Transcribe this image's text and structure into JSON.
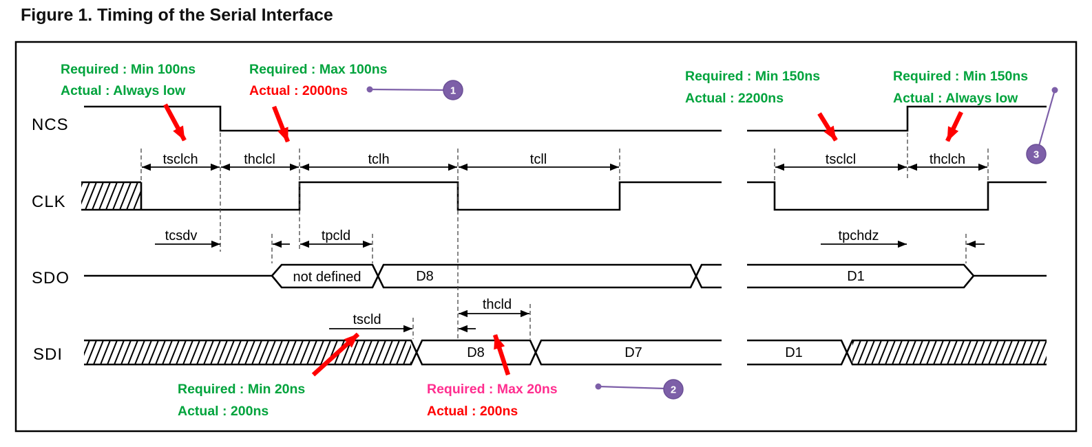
{
  "title": "Figure 1. Timing of the Serial Interface",
  "signals": {
    "ncs": "NCS",
    "clk": "CLK",
    "sdo": "SDO",
    "sdi": "SDI"
  },
  "timings": {
    "tsclch": "tsclch",
    "thclcl": "thclcl",
    "tclh": "tclh",
    "tcll": "tcll",
    "tsclcl": "tsclcl",
    "thclch": "thclch",
    "tcsdv": "tcsdv",
    "tpcld": "tpcld",
    "tpchdz": "tpchdz",
    "tscld": "tscld",
    "thcld": "thcld"
  },
  "bus": {
    "sdo_undef": "not defined",
    "sdo_d8": "D8",
    "sdo_d1": "D1",
    "sdi_d8": "D8",
    "sdi_d7": "D7",
    "sdi_d1": "D1"
  },
  "notes": {
    "tsclch": {
      "required": "Required : Min 100ns",
      "actual": "Actual : Always low"
    },
    "thclcl": {
      "required": "Required : Max 100ns",
      "actual": "Actual : 2000ns"
    },
    "tsclcl": {
      "required": "Required : Min 150ns",
      "actual": "Actual : 2200ns"
    },
    "thclch": {
      "required": "Required : Min 150ns",
      "actual": "Actual : Always low"
    },
    "tscld": {
      "required": "Required : Min 20ns",
      "actual": "Actual : 200ns"
    },
    "thcld": {
      "required": "Required : Max 20ns",
      "actual": "Actual : 200ns"
    }
  },
  "callouts": {
    "one": "1",
    "two": "2",
    "three": "3"
  },
  "colors": {
    "green": "#00A33C",
    "red": "#FF0000",
    "pink": "#FF2E8F",
    "purple": "#7D5FA8",
    "purple_dark": "#6B4F96",
    "black": "#000000"
  }
}
